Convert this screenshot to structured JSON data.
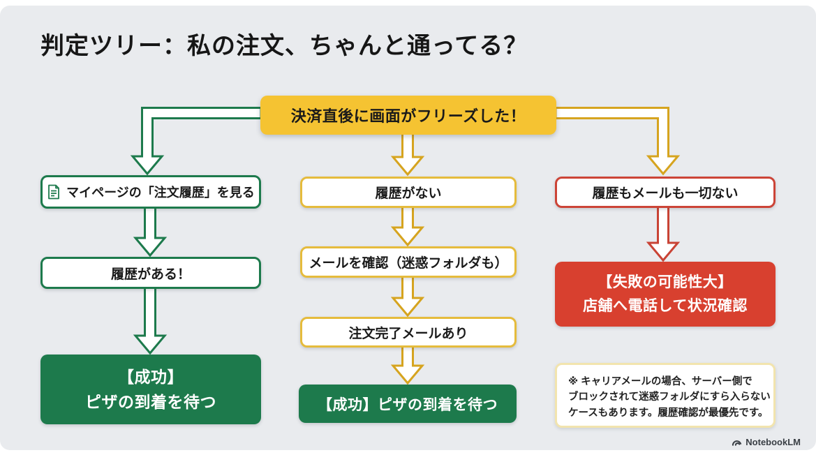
{
  "title": "判定ツリー：私の注文、ちゃんと通ってる？",
  "root_node": {
    "label": "決済直後に画面がフリーズした！"
  },
  "left_branch": {
    "step_check_history": "マイページの「注文履歴」を見る",
    "step_history_exists": "履歴がある！",
    "result": {
      "line1": "【成功】",
      "line2": "ピザの到着を待つ"
    }
  },
  "middle_branch": {
    "step_no_history": "履歴がない",
    "step_check_mail": "メールを確認（迷惑フォルダも）",
    "step_mail_exists": "注文完了メールあり",
    "result": "【成功】ピザの到着を待つ"
  },
  "right_branch": {
    "step_nothing": "履歴もメールも一切ない",
    "result": {
      "line1": "【失敗の可能性大】",
      "line2": "店舗へ電話して状況確認"
    },
    "note": {
      "line1": "※ キャリアメールの場合、サーバー側で",
      "line2": "ブロックされて迷惑フォルダにすら入らない",
      "line3": "ケースもあります。履歴確認が最優先です。"
    }
  },
  "footer": {
    "brand": "NotebookLM"
  },
  "colors": {
    "background": "#E9EBEE",
    "yellow": "#F5C332",
    "yellow_arrow": "#D6A41F",
    "green": "#1D7A4C",
    "red_fill": "#D8402F",
    "red_arrow": "#C94335",
    "note_border": "#F2E4AE",
    "text_dark": "#1A1A1A"
  },
  "icons": {
    "document": "document-icon",
    "brand": "notebooklm-logo-icon"
  }
}
